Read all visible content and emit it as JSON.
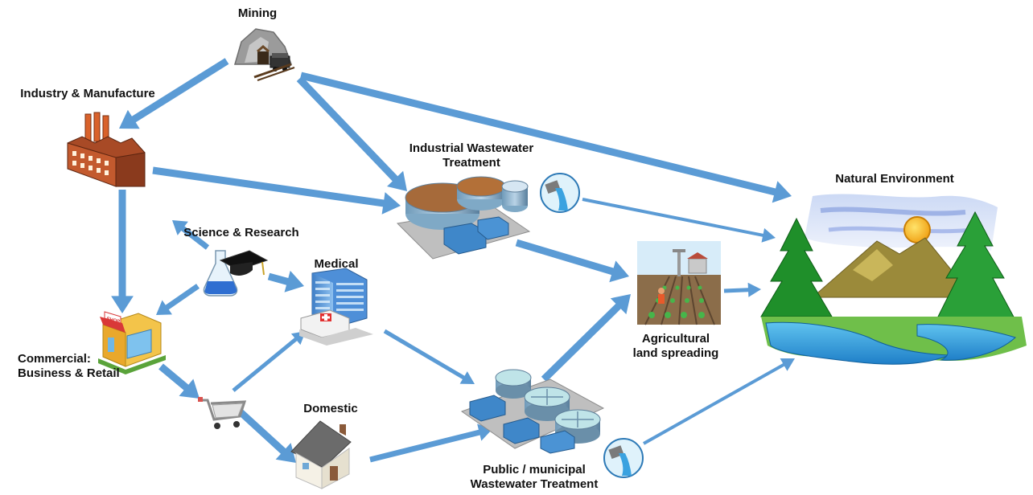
{
  "colors": {
    "arrow": "#5b9bd5",
    "label": "#111111",
    "background": "#ffffff"
  },
  "nodes": {
    "mining": {
      "label": "Mining",
      "icon": "mine-icon"
    },
    "industry": {
      "label": "Industry & Manufacture",
      "icon": "factory-icon"
    },
    "iwt": {
      "label_line1": "Industrial Wastewater",
      "label_line2": "Treatment",
      "icon": "treatment-plant-icon"
    },
    "natural": {
      "label": "Natural Environment",
      "icon": "landscape-icon"
    },
    "science": {
      "label": "Science & Research",
      "icon": "flask-graduation-cap-icon"
    },
    "medical": {
      "label": "Medical",
      "icon": "hospital-icon"
    },
    "agri": {
      "label_line1": "Agricultural",
      "label_line2": "land spreading",
      "icon": "farm-field-icon"
    },
    "commercial": {
      "label_line1": "Commercial:",
      "label_line2": "Business & Retail",
      "icon": "shop-icon"
    },
    "domestic": {
      "label": "Domestic",
      "icon": "house-icon"
    },
    "pwt": {
      "label_line1": "Public / municipal",
      "label_line2": "Wastewater Treatment",
      "icon": "municipal-treatment-plant-icon"
    },
    "cart": {
      "icon": "shopping-cart-icon"
    },
    "outfall1": {
      "icon": "discharge-pipe-icon"
    },
    "outfall2": {
      "icon": "discharge-pipe-icon"
    }
  },
  "edges": [
    {
      "from": "mining",
      "to": "industry"
    },
    {
      "from": "mining",
      "to": "iwt"
    },
    {
      "from": "mining",
      "to": "natural"
    },
    {
      "from": "industry",
      "to": "iwt"
    },
    {
      "from": "industry",
      "to": "commercial"
    },
    {
      "from": "iwt",
      "to": "agri"
    },
    {
      "from": "outfall1",
      "to": "natural"
    },
    {
      "from": "science",
      "to": "industry"
    },
    {
      "from": "science",
      "to": "medical"
    },
    {
      "from": "science",
      "to": "commercial"
    },
    {
      "from": "commercial",
      "to": "cart"
    },
    {
      "from": "cart",
      "to": "medical"
    },
    {
      "from": "cart",
      "to": "domestic"
    },
    {
      "from": "medical",
      "to": "pwt"
    },
    {
      "from": "domestic",
      "to": "pwt"
    },
    {
      "from": "pwt",
      "to": "agri"
    },
    {
      "from": "agri",
      "to": "natural"
    },
    {
      "from": "outfall2",
      "to": "natural"
    }
  ]
}
